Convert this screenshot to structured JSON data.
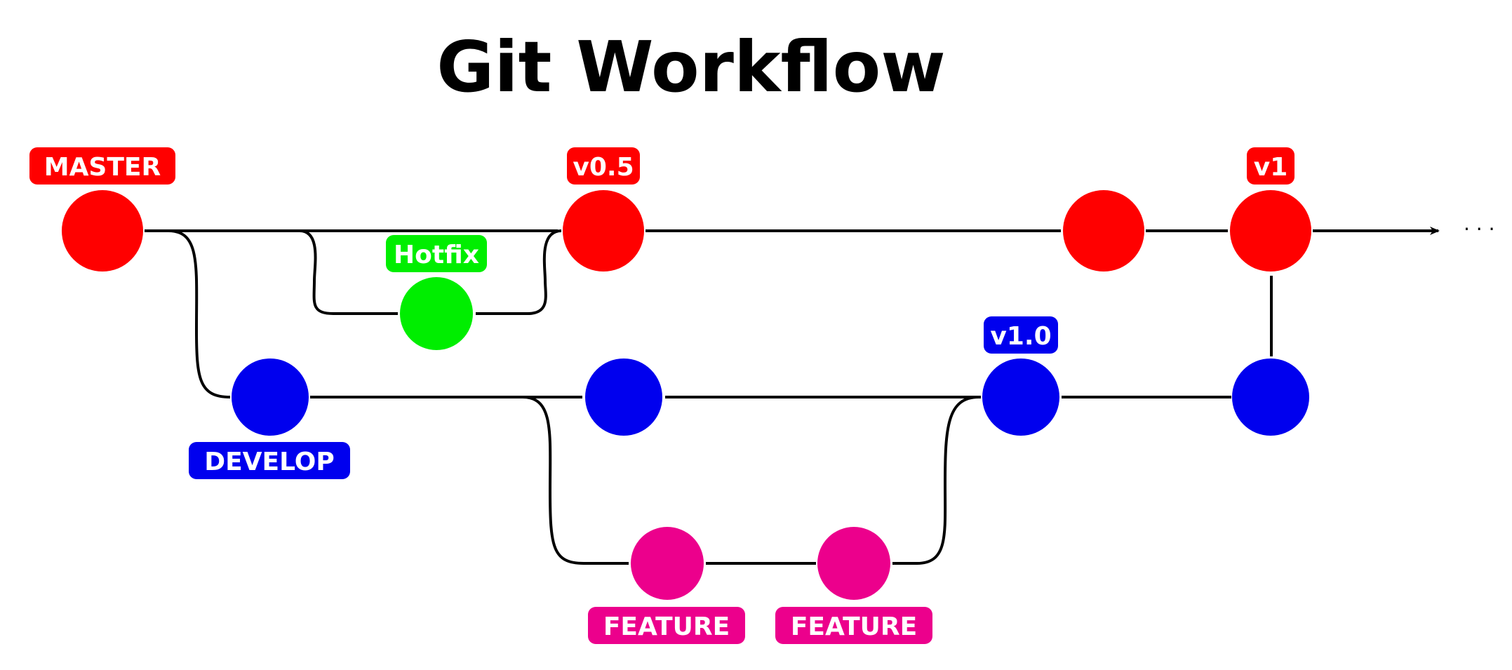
{
  "title": "Git Workflow",
  "colors": {
    "master": "#ff0000",
    "develop": "#0000ee",
    "hotfix": "#00ee00",
    "feature": "#ec008c",
    "line": "#000000"
  },
  "labels": {
    "master": "MASTER",
    "develop": "DEVELOP",
    "hotfix": "Hotfix",
    "v05": "v0.5",
    "v1": "v1",
    "v10": "v1.0",
    "feature_1": "FEATURE",
    "feature_2": "FEATURE"
  },
  "continuation": "· · ·"
}
